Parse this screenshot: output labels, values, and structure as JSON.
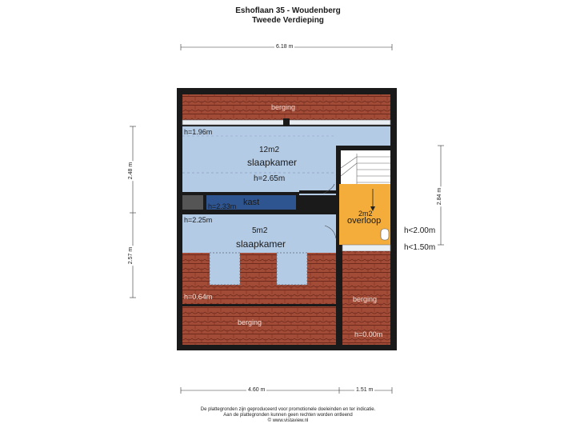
{
  "header": {
    "address": "Eshoflaan 35 - Woudenberg",
    "floor": "Tweede Verdieping"
  },
  "dimensions": {
    "top_width": "6.18 m",
    "left_upper": "2.48 m",
    "left_lower": "2.57 m",
    "right_height": "2.84 m",
    "bottom_left": "4.60 m",
    "bottom_right": "1.51 m"
  },
  "rooms": {
    "berging_top": {
      "name": "berging"
    },
    "bedroom1": {
      "height": "h=1.96m",
      "area": "12m2",
      "name": "slaapkamer",
      "height2": "h=2.65m"
    },
    "kast": {
      "name": "kast",
      "height": "h=2.33m"
    },
    "overloop": {
      "area": "2m2",
      "name": "overloop",
      "height_a": "h<2.00m",
      "height_b": "h<1.50m"
    },
    "bedroom2": {
      "height": "h=2.25m",
      "area": "5m2",
      "name": "slaapkamer"
    },
    "roof": {
      "height": "h=0.64m"
    },
    "berging_bottom_left": {
      "name": "berging"
    },
    "berging_bottom_right": {
      "name": "berging",
      "height": "h=0.00m"
    }
  },
  "footer": {
    "line1": "De plattegronden zijn geproduceerd voor promotionele doeleinden en ter indicatie.",
    "line2": "Aan de plattegronden kunnen geen rechten worden ontleend",
    "line3": "© www.vistaview.nl"
  },
  "colors": {
    "wall": "#1a1a1a",
    "room_blue": "#b4cbe6",
    "room_orange": "#f4ad3a",
    "roof_tile": "#a14a36",
    "kast_blue": "#2f5590"
  }
}
